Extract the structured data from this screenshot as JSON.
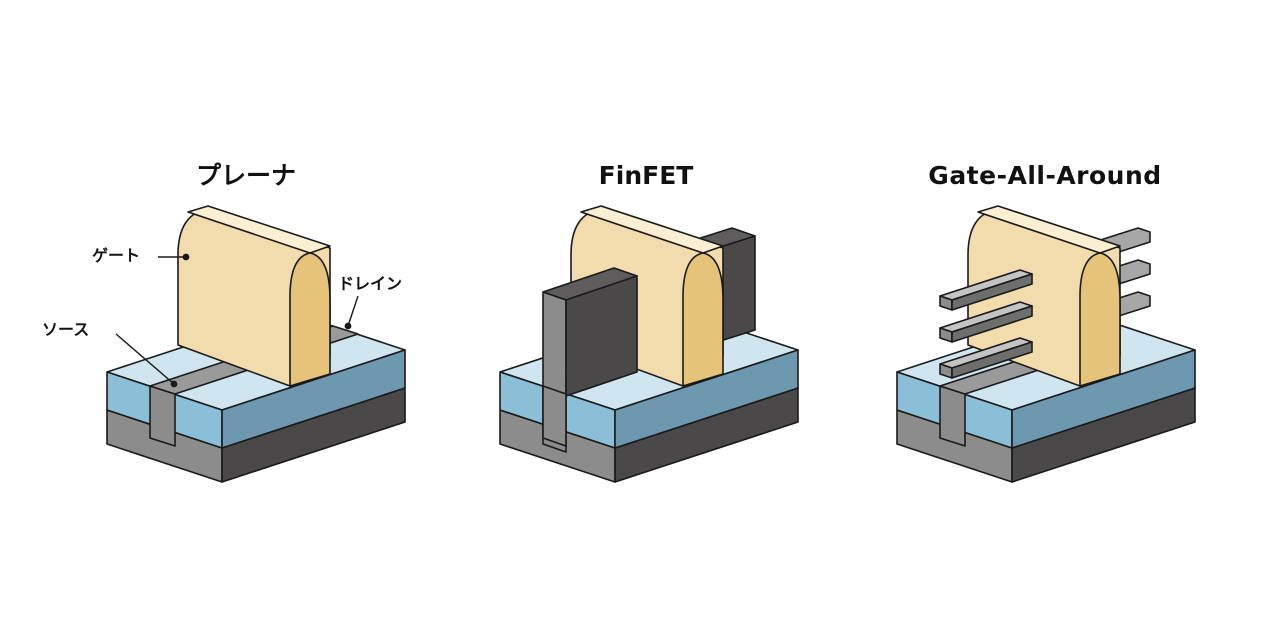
{
  "titles": {
    "planar": "プレーナ",
    "finfet": "FinFET",
    "gaa": "Gate-All-Around"
  },
  "labels": {
    "gate": "ゲート",
    "drain": "ドレイン",
    "source": "ソース"
  },
  "colors": {
    "gate_front": "#f2dcad",
    "gate_top": "#faeed3",
    "gate_side": "#e6c37a",
    "oxide_top": "#cfe6f1",
    "oxide_front": "#8bbfd8",
    "oxide_side": "#6d98af",
    "substrate_front": "#8c8c8c",
    "substrate_side": "#4a4848",
    "channel_light": "#9a9a9a",
    "channel_dark": "#4a4848",
    "channel_top": "#5e5c5c",
    "sheet": "#a6a6a6",
    "outline": "#1a1a1a"
  }
}
